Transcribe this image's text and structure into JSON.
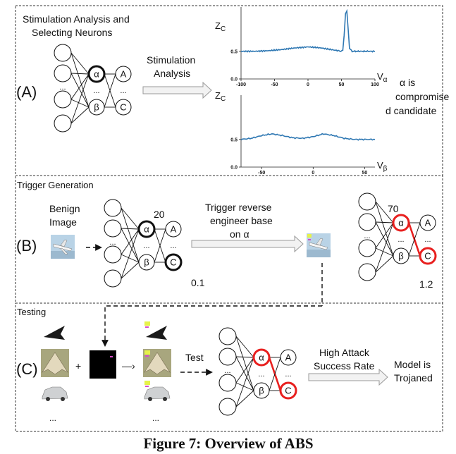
{
  "figure": {
    "caption": "Figure 7: Overview of ABS",
    "colors": {
      "highlight": "#e8201f",
      "curve": "#2f78b3",
      "neuron": "#111111",
      "arrow_fill": "#f2f2f2"
    }
  },
  "panel_a": {
    "header": [
      "Stimulation Analysis and",
      "Selecting Neurons"
    ],
    "label": "(A)",
    "arrow_label": [
      "Stimulation",
      "Analysis"
    ],
    "note": [
      "α is",
      "compromise",
      "d candidate"
    ],
    "network": {
      "alpha": "α",
      "beta": "β",
      "out_a": "A",
      "out_c": "C",
      "dots": "..."
    }
  },
  "panel_b": {
    "header": "Trigger Generation",
    "label": "(B)",
    "benign_label": [
      "Benign",
      "Image"
    ],
    "arrow_label": [
      "Trigger reverse",
      "engineer base",
      "on α"
    ],
    "before": {
      "alpha_value": "20",
      "c_value": "0.1"
    },
    "after": {
      "alpha_value": "70",
      "c_value": "1.2"
    },
    "network": {
      "alpha": "α",
      "beta": "β",
      "out_a": "A",
      "out_c": "C",
      "dots": "..."
    }
  },
  "panel_c": {
    "header": "Testing",
    "label": "(C)",
    "plus": "+",
    "test_label": "Test",
    "rate_label": [
      "High Attack",
      "Success Rate"
    ],
    "result": [
      "Model is",
      "Trojaned"
    ],
    "ellipsis": "...",
    "network": {
      "alpha": "α",
      "beta": "β",
      "out_a": "A",
      "out_c": "C",
      "dots": "..."
    }
  },
  "chart_data": [
    {
      "type": "line",
      "panel": "A-top",
      "ylabel": "ZC",
      "xlabel": "Vα",
      "xlim": [
        -100,
        100
      ],
      "ylim": [
        0,
        1.3
      ],
      "xticks": [
        -100,
        -50,
        0,
        50,
        100
      ],
      "yticks": [
        0.0,
        0.5
      ],
      "x": [
        -100,
        -80,
        -60,
        -40,
        -20,
        0,
        20,
        40,
        46,
        50,
        52,
        54,
        56,
        58,
        60,
        62,
        66,
        70,
        80,
        90,
        100
      ],
      "y": [
        0.5,
        0.5,
        0.51,
        0.53,
        0.56,
        0.58,
        0.56,
        0.52,
        0.51,
        0.5,
        0.52,
        0.8,
        1.18,
        1.22,
        0.9,
        0.55,
        0.5,
        0.5,
        0.5,
        0.5,
        0.5
      ]
    },
    {
      "type": "line",
      "panel": "A-bottom",
      "ylabel": "ZC",
      "xlabel": "Vβ",
      "xlim": [
        -70,
        60
      ],
      "ylim": [
        0,
        1.3
      ],
      "xticks": [
        -50,
        0,
        50
      ],
      "yticks": [
        0.0,
        0.5
      ],
      "x": [
        -70,
        -60,
        -50,
        -40,
        -30,
        -20,
        -10,
        0,
        10,
        20,
        30,
        40,
        50,
        60
      ],
      "y": [
        0.5,
        0.52,
        0.57,
        0.6,
        0.57,
        0.53,
        0.52,
        0.55,
        0.6,
        0.57,
        0.52,
        0.5,
        0.5,
        0.5
      ]
    }
  ]
}
